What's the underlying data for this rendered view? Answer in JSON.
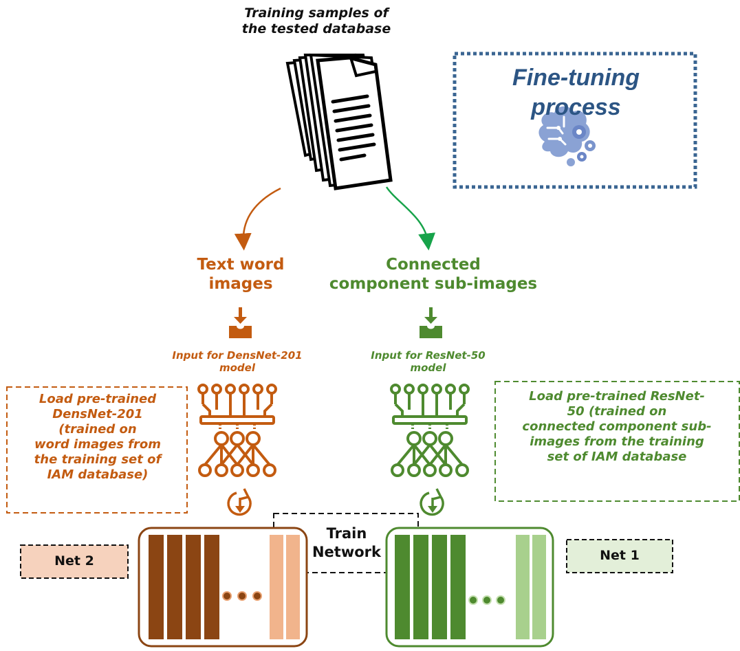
{
  "header": {
    "title_line1": "Training samples of",
    "title_line2": "the tested database"
  },
  "finetune": {
    "title_line1": "Fine-tuning",
    "title_line2": "process",
    "icon": "brain-gears-icon",
    "border_color": "#3a6592",
    "text_color": "#2c5584"
  },
  "left_branch": {
    "label_line1": "Text word",
    "label_line2": "images",
    "input_line1": "Input for DensNet-201",
    "input_line2": "model",
    "load_lines": [
      "Load pre-trained",
      "DensNet-201",
      "(trained on",
      "word images from",
      "the training set of",
      "IAM database)"
    ],
    "color": "#c35b10"
  },
  "right_branch": {
    "label_line1": "Connected",
    "label_line2": "component sub-images",
    "input_line1": "Input for ResNet-50",
    "input_line2": "model",
    "load_lines": [
      "Load pre-trained  ResNet-",
      "50 (trained on",
      "connected component sub-",
      "images from the training",
      "set of IAM database"
    ],
    "color": "#4e8a2f"
  },
  "train": {
    "line1": "Train",
    "line2": "Network"
  },
  "nets": {
    "net2_label": "Net 2",
    "net1_label": "Net 1",
    "net2_fill": "#f6d2bd",
    "net1_fill": "#e3efd9"
  },
  "icons": [
    "document-stack-icon",
    "download-tray-icon",
    "neural-network-icon",
    "rotate-arrow-icon"
  ]
}
